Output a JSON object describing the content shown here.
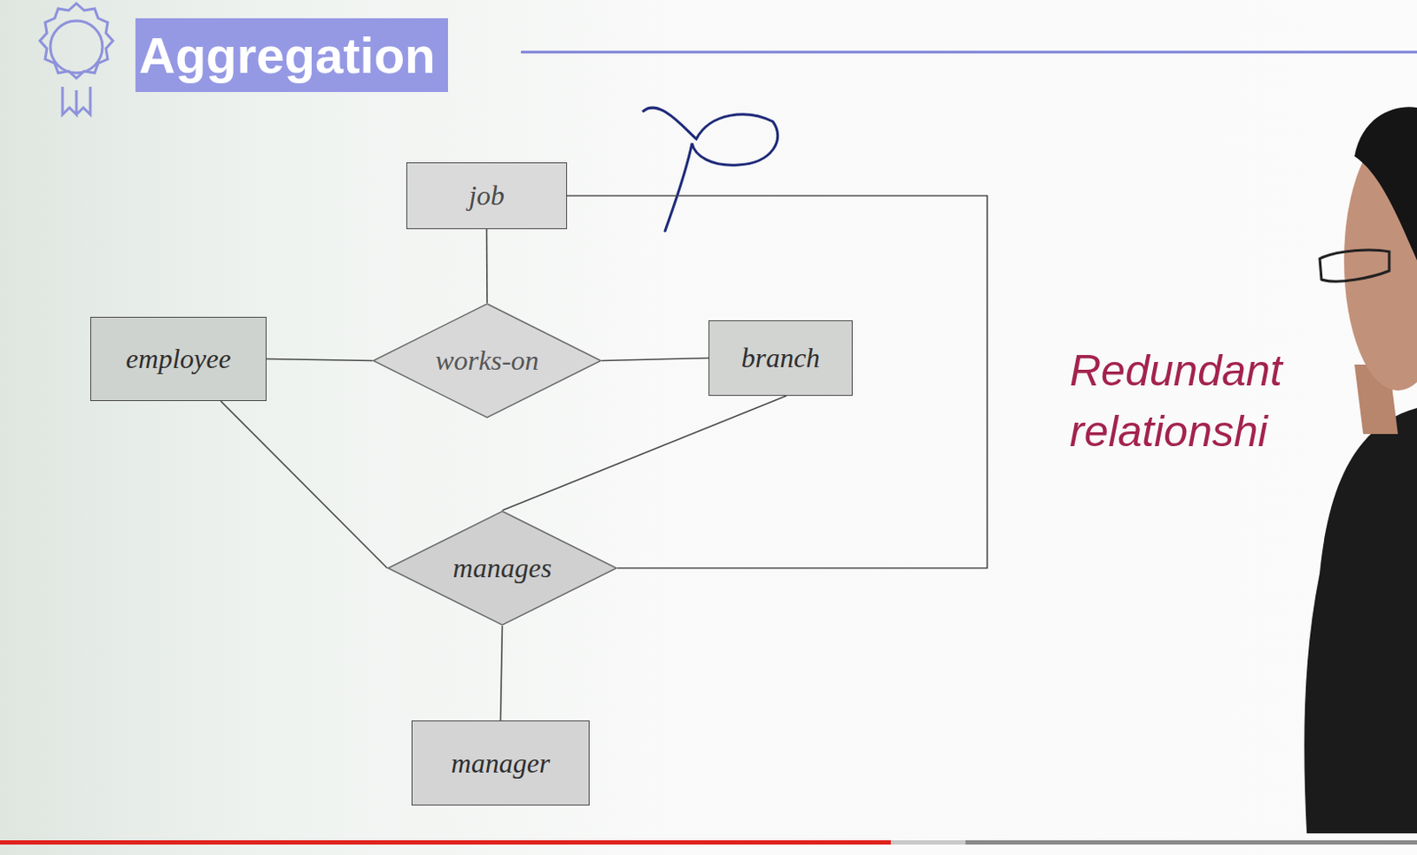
{
  "diagram": {
    "title": "Aggregation",
    "nodes": [
      {
        "text": [
          "job"
        ]
      },
      {
        "text": [
          "employee"
        ]
      },
      {
        "text": [
          "works-on"
        ]
      },
      {
        "text": [
          "branch"
        ]
      },
      {
        "text": [
          "manages"
        ]
      },
      {
        "text": [
          "manager"
        ]
      }
    ],
    "edges": [
      {
        "from": 0,
        "to": 2,
        "arrow": "none"
      },
      {
        "from": 1,
        "to": 2,
        "arrow": "none"
      },
      {
        "from": 2,
        "to": 3,
        "arrow": "none"
      },
      {
        "from": 1,
        "to": 4,
        "arrow": "none"
      },
      {
        "from": 3,
        "to": 4,
        "arrow": "none"
      },
      {
        "from": 0,
        "to": 4,
        "arrow": "none"
      },
      {
        "from": 4,
        "to": 5,
        "arrow": "none"
      }
    ],
    "labels": [
      "Redundant relationshi"
    ]
  }
}
